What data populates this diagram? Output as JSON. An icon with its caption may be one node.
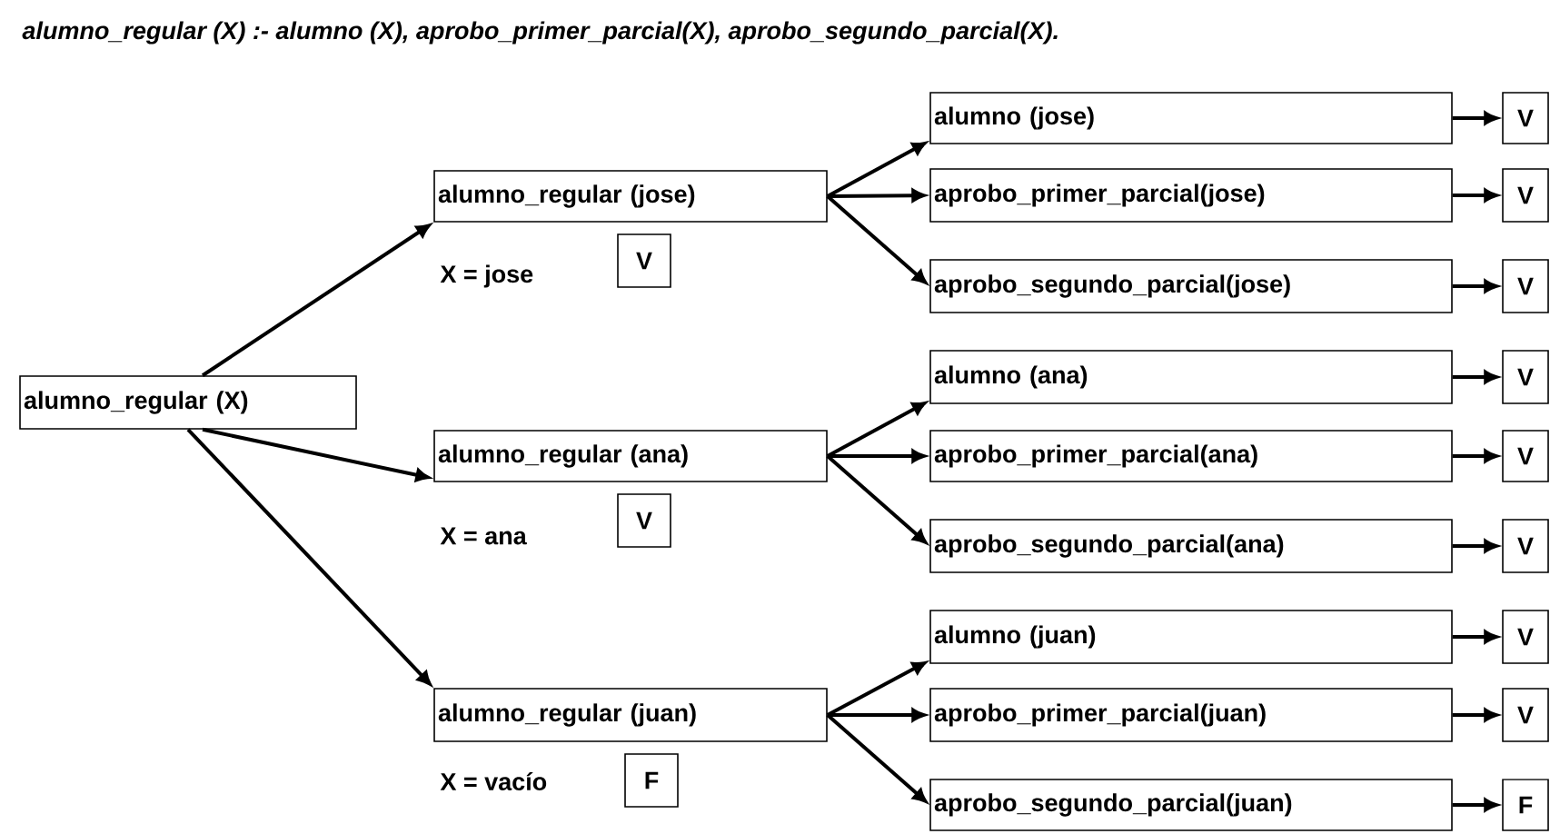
{
  "diagram": {
    "title": "alumno_regular (X) :- alumno (X), aprobo_primer_parcial(X), aprobo_segundo_parcial(X).",
    "nodes": [
      {
        "text": [
          "alumno_regular (X)"
        ]
      },
      {
        "text": [
          "alumno_regular (jose)"
        ]
      },
      {
        "text": [
          "V"
        ]
      },
      {
        "text": [
          "alumno (jose)"
        ]
      },
      {
        "text": [
          "V"
        ]
      },
      {
        "text": [
          "aprobo_primer_parcial(jose)"
        ]
      },
      {
        "text": [
          "V"
        ]
      },
      {
        "text": [
          "aprobo_segundo_parcial(jose)"
        ]
      },
      {
        "text": [
          "V"
        ]
      },
      {
        "text": [
          "alumno_regular (ana)"
        ]
      },
      {
        "text": [
          "V"
        ]
      },
      {
        "text": [
          "alumno (ana)"
        ]
      },
      {
        "text": [
          "V"
        ]
      },
      {
        "text": [
          "aprobo_primer_parcial(ana)"
        ]
      },
      {
        "text": [
          "V"
        ]
      },
      {
        "text": [
          "aprobo_segundo_parcial(ana)"
        ]
      },
      {
        "text": [
          "V"
        ]
      },
      {
        "text": [
          "alumno_regular (juan)"
        ]
      },
      {
        "text": [
          "F"
        ]
      },
      {
        "text": [
          "alumno (juan)"
        ]
      },
      {
        "text": [
          "V"
        ]
      },
      {
        "text": [
          "aprobo_primer_parcial(juan)"
        ]
      },
      {
        "text": [
          "V"
        ]
      },
      {
        "text": [
          "aprobo_segundo_parcial(juan)"
        ]
      },
      {
        "text": [
          "F"
        ]
      }
    ],
    "edges": [
      {
        "from": 0,
        "to": 1,
        "arrow": "to"
      },
      {
        "from": 0,
        "to": 9,
        "arrow": "to"
      },
      {
        "from": 0,
        "to": 17,
        "arrow": "to"
      },
      {
        "from": 1,
        "to": 3,
        "arrow": "to"
      },
      {
        "from": 1,
        "to": 5,
        "arrow": "to"
      },
      {
        "from": 1,
        "to": 7,
        "arrow": "to"
      },
      {
        "from": 3,
        "to": 4,
        "arrow": "to"
      },
      {
        "from": 5,
        "to": 6,
        "arrow": "to"
      },
      {
        "from": 7,
        "to": 8,
        "arrow": "to"
      },
      {
        "from": 9,
        "to": 11,
        "arrow": "to"
      },
      {
        "from": 9,
        "to": 13,
        "arrow": "to"
      },
      {
        "from": 9,
        "to": 15,
        "arrow": "to"
      },
      {
        "from": 11,
        "to": 12,
        "arrow": "to"
      },
      {
        "from": 13,
        "to": 14,
        "arrow": "to"
      },
      {
        "from": 15,
        "to": 16,
        "arrow": "to"
      },
      {
        "from": 17,
        "to": 19,
        "arrow": "to"
      },
      {
        "from": 17,
        "to": 21,
        "arrow": "to"
      },
      {
        "from": 17,
        "to": 23,
        "arrow": "to"
      },
      {
        "from": 19,
        "to": 20,
        "arrow": "to"
      },
      {
        "from": 21,
        "to": 22,
        "arrow": "to"
      },
      {
        "from": 23,
        "to": 24,
        "arrow": "to"
      }
    ],
    "labels": [
      "X = jose",
      "X = ana",
      "X = vacío"
    ]
  }
}
